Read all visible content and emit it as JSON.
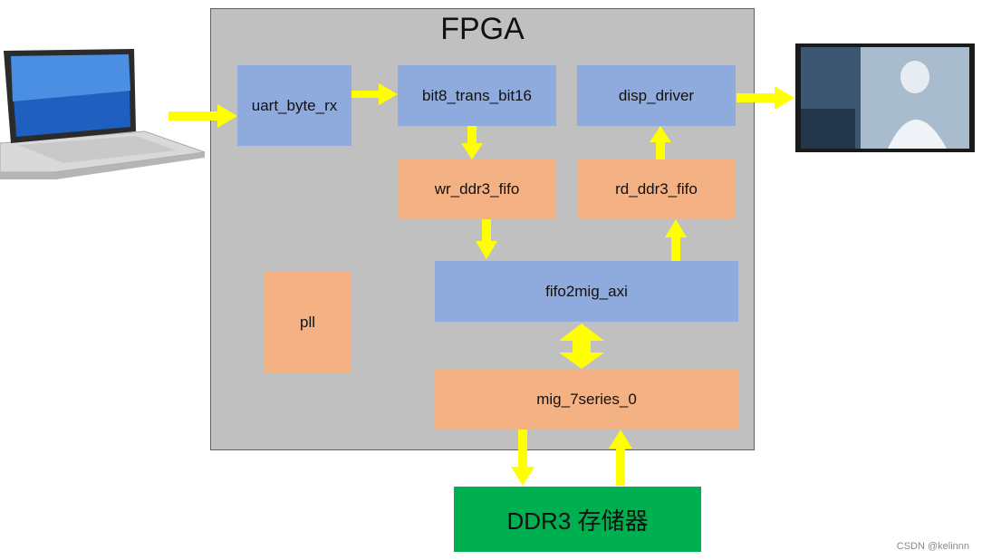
{
  "fpga": {
    "title": "FPGA"
  },
  "blocks": {
    "uart_byte_rx": "uart_byte_rx",
    "bit8_trans_bit16": "bit8_trans_bit16",
    "disp_driver": "disp_driver",
    "wr_ddr3_fifo": "wr_ddr3_fifo",
    "rd_ddr3_fifo": "rd_ddr3_fifo",
    "fifo2mig_axi": "fifo2mig_axi",
    "pll": "pll",
    "mig_7series_0": "mig_7series_0"
  },
  "ddr3": {
    "label": "DDR3 存储器"
  },
  "watermark": "CSDN @kelinnn",
  "colors": {
    "fpga_bg": "#c0c0c0",
    "blue_block": "#8faadc",
    "orange_block": "#f4b183",
    "ddr3_green": "#00b050",
    "arrow_yellow": "#ffff00"
  },
  "icons": [
    "laptop-icon",
    "display-photo"
  ]
}
